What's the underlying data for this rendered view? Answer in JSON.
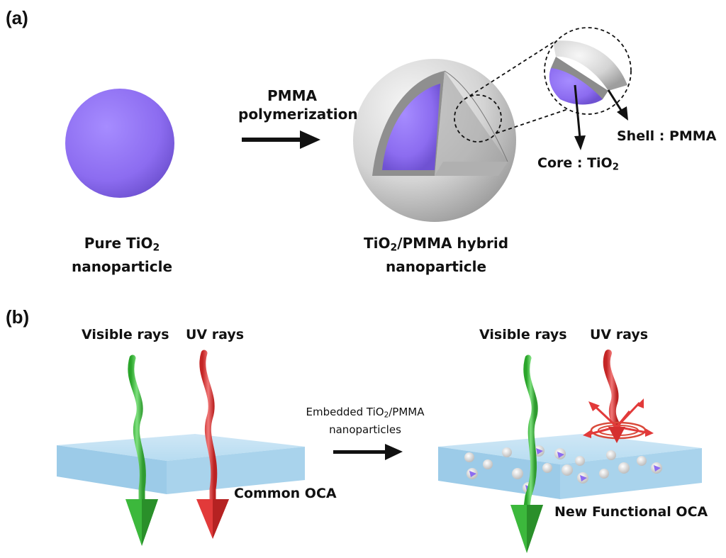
{
  "panel_a": {
    "label": "(a)",
    "pure_particle": {
      "line1": "Pure TiO",
      "sub": "2",
      "line2": "nanoparticle"
    },
    "process": {
      "line1": "PMMA",
      "line2": "polymerization"
    },
    "hybrid_particle": {
      "line1a": "TiO",
      "sub": "2",
      "line1b": "/PMMA hybrid",
      "line2": "nanoparticle"
    },
    "core_label": {
      "text": "Core : TiO",
      "sub": "2"
    },
    "shell_label": "Shell : PMMA"
  },
  "panel_b": {
    "label": "(b)",
    "left": {
      "visible": "Visible rays",
      "uv": "UV rays",
      "substrate": "Common OCA"
    },
    "process": {
      "line1a": "Embedded TiO",
      "sub": "2",
      "line1b": "/PMMA",
      "line2": "nanoparticles"
    },
    "right": {
      "visible": "Visible rays",
      "uv": "UV rays",
      "substrate": "New Functional OCA"
    }
  },
  "colors": {
    "core_purple": "#8c6cf0",
    "shell_gray": "#d4d4d4",
    "visible_ray_green": "#3fbf3f",
    "uv_ray_red": "#e23a3a",
    "oca_blue": "#a9d3ec"
  }
}
